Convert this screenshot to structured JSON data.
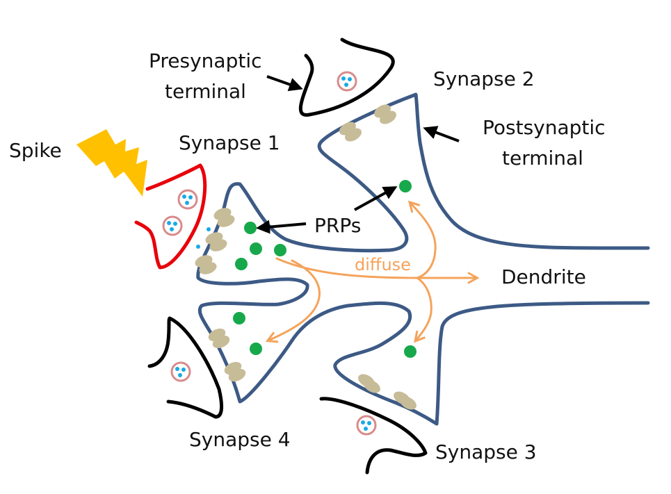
{
  "labels": {
    "spike": "Spike",
    "presynaptic_line1": "Presynaptic",
    "presynaptic_line2": "terminal",
    "synapse1": "Synapse 1",
    "synapse2": "Synapse 2",
    "synapse3": "Synapse 3",
    "synapse4": "Synapse 4",
    "postsynaptic_line1": "Postsynaptic",
    "postsynaptic_line2": "terminal",
    "prps": "PRPs",
    "diffuse": "diffuse",
    "dendrite": "Dendrite"
  },
  "colors": {
    "dendrite_membrane": "#3d5a85",
    "active_terminal": "#e8000b",
    "inactive_terminal": "#000000",
    "prp": "#17a84b",
    "receptor": "#c7bc98",
    "vesicle_ring": "#d98a8a",
    "neurotransmitter": "#19a9e6",
    "diffuse_arrow": "#f4a35b",
    "spike": "#ffc000"
  },
  "icons": {
    "spike": "lightning-bolt-icon"
  }
}
